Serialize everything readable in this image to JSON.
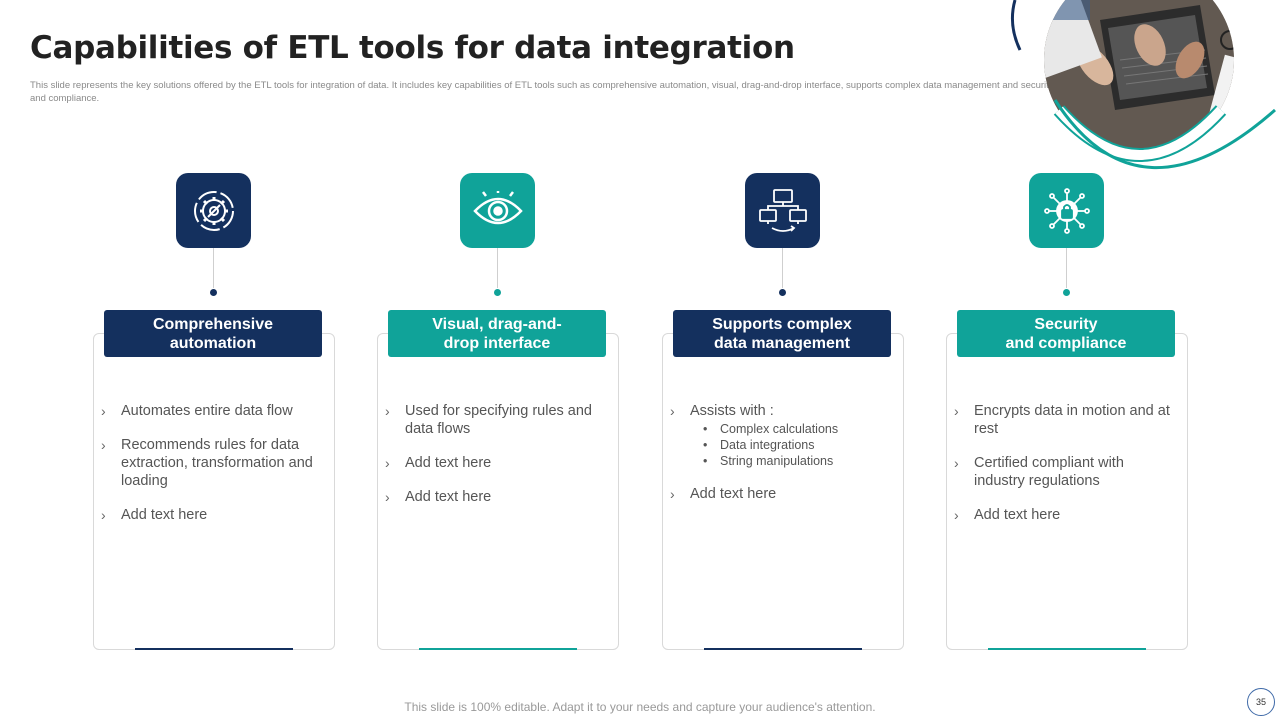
{
  "title": "Capabilities of ETL tools for data integration",
  "subtitle": "This slide represents the key solutions offered by the ETL tools for integration of data. It includes key capabilities of ETL tools such as comprehensive automation, visual, drag-and-drop interface, supports complex data management and security and compliance.",
  "columns": [
    {
      "icon": "gear-cycle-icon",
      "header": "Comprehensive\nautomation",
      "items": [
        {
          "text": "Automates entire data flow"
        },
        {
          "text": "Recommends rules for data extraction, transformation and loading"
        },
        {
          "text": "Add text here"
        }
      ]
    },
    {
      "icon": "eye-icon",
      "header": "Visual, drag-and-\ndrop interface",
      "items": [
        {
          "text": "Used for specifying rules and data flows"
        },
        {
          "text": "Add text here"
        },
        {
          "text": "Add text here"
        }
      ]
    },
    {
      "icon": "network-computers-icon",
      "header": "Supports complex\ndata management",
      "items": [
        {
          "text": "Assists with :",
          "sub": [
            "Complex calculations",
            "Data integrations",
            "String manipulations"
          ]
        },
        {
          "text": "Add text here"
        }
      ]
    },
    {
      "icon": "security-lock-network-icon",
      "header": "Security\nand compliance",
      "items": [
        {
          "text": "Encrypts data in motion and at rest"
        },
        {
          "text": "Certified compliant with industry regulations"
        },
        {
          "text": "Add text here"
        }
      ]
    }
  ],
  "footer": "This slide is 100% editable. Adapt it to your needs and capture your audience's attention.",
  "page_number": "35",
  "colors": {
    "navy": "#14305e",
    "teal": "#10a399"
  }
}
